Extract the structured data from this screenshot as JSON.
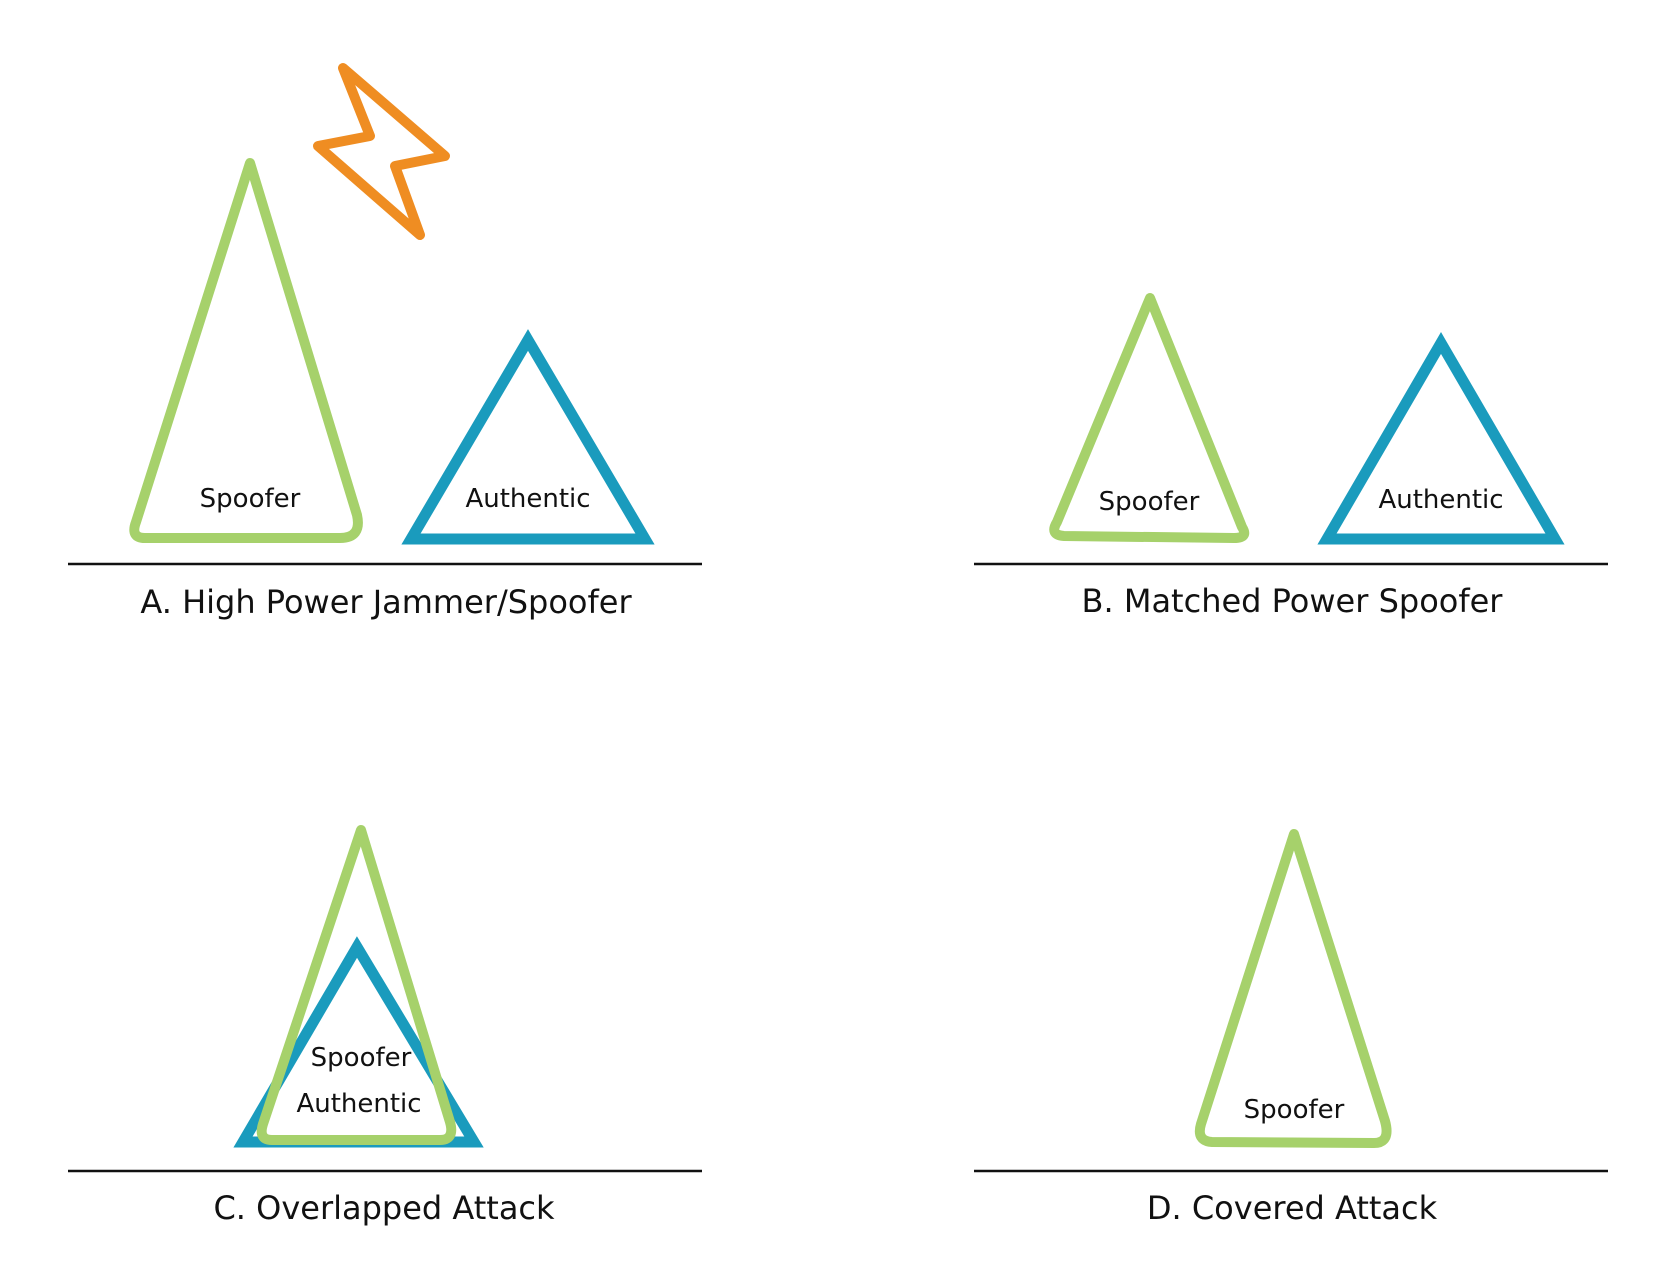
{
  "colors": {
    "spoofer": "#a6d16b",
    "authentic": "#1a9bbd",
    "jammer": "#ef8d22",
    "baseline": "#111111"
  },
  "panels": [
    {
      "id": "A",
      "caption": "A. High Power Jammer/Spoofer",
      "spoofer_label": "Spoofer",
      "authentic_label": "Authentic",
      "icons": [
        "lightning-bolt-icon"
      ]
    },
    {
      "id": "B",
      "caption": "B. Matched Power Spoofer",
      "spoofer_label": "Spoofer",
      "authentic_label": "Authentic"
    },
    {
      "id": "C",
      "caption": "C. Overlapped Attack",
      "spoofer_label": "Spoofer",
      "authentic_label": "Authentic"
    },
    {
      "id": "D",
      "caption": "D. Covered Attack",
      "spoofer_label": "Spoofer"
    }
  ]
}
